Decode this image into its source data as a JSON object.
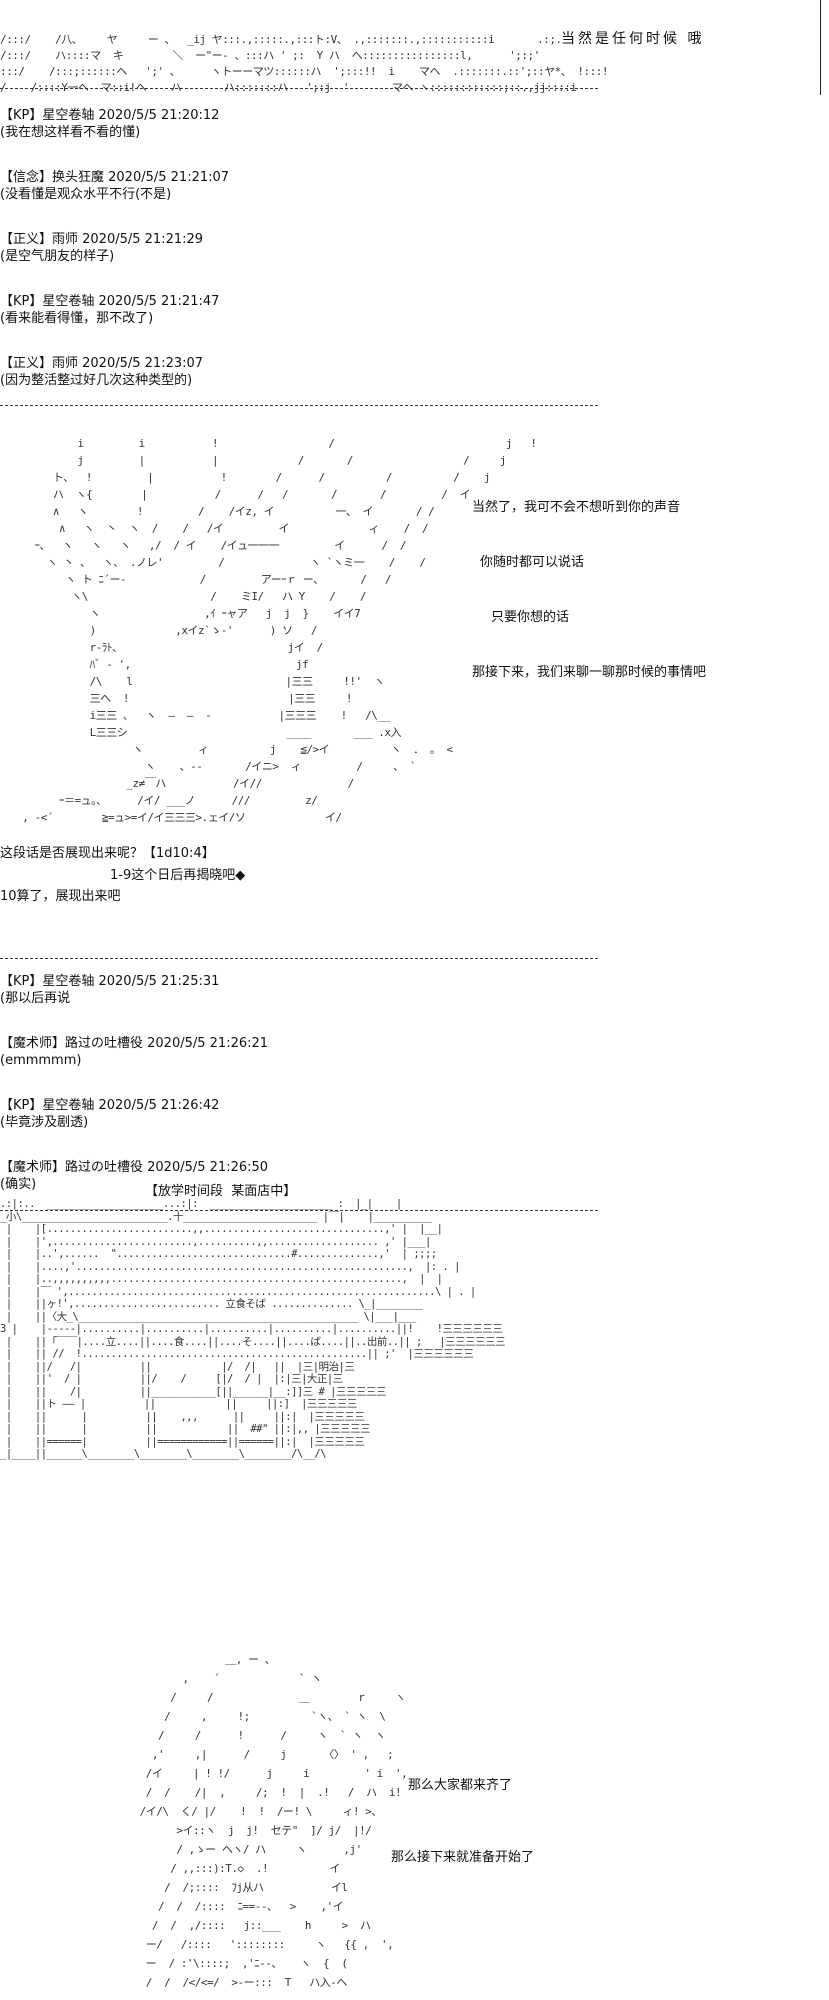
{
  "top_art": [
    "/:::/    /八、    ヤ     ー 、  _ij ヤ:::.,:::::.,:::ト:V、 .,:::::::.,:::::::::::i       .:;.",
    "/:::/    ハ::::マ  キ        ＼  ー\"ー‐ 、:::ハ ' ;:  Y ハ  へ::::::::::::::::l,      ';:;'",
    ":::/    /:::;::::::ヘ   ';' 、     ヽトーーマツ::::::ハ  ';:::!!  i    マヘ  .:::::::.::';::ヤ*、 !:::!",
    "/    /::::Y一ヘ  マ::i!ヘ    ハ       ハ:::::::ハ   ';:j  '       マヘ ヽ::::::::::::;::.,jj::::i"
  ],
  "top_dialog": "当然是任何时候 哦",
  "chat_log_1": [
    {
      "header": "【KP】星空卷轴 2020/5/5 21:20:12",
      "body": "(我在想这样看不看的懂)"
    },
    {
      "header": "【信念】换头狂魔 2020/5/5 21:21:07",
      "body": "(没看懂是观众水平不行(不是)"
    },
    {
      "header": "【正义】雨师 2020/5/5 21:21:29",
      "body": "(是空气朋友的样子)"
    },
    {
      "header": "【KP】星空卷轴 2020/5/5 21:21:47",
      "body": "(看来能看得懂，那不改了)"
    },
    {
      "header": "【正义】雨师 2020/5/5 21:23:07",
      "body": "(因为整活整过好几次这种类型的)"
    }
  ],
  "scene_art": [
    "           i         i           !                  /                            j   !",
    "           j         |           |             /       /                  /     j",
    "       ト、  !         |           !        /      /          /          /    j",
    "       ハ  ヽ{        |           /      /   /       /       /         /  イ",
    "       ∧   ヽ        !         /    /イz, イ          一、 イ       / /",
    "        ∧   ヽ  丶  ヽ  /    /   /イ         イ             ィ    /  /",
    "    ｰ、  ヽ   ヽ   ヽ   ,/  / イ    /イュ一一一         イ      /  /",
    "      ヽ 丶 、  ヽ、 .ノレ'         /              ヽ `ヽミ一    /    /",
    "         ヽ ト ﾆ´ー-            /         アーｰｒ ー、      /   /",
    "          ヽ\\                    /    ミI/   ハ Y    /    /",
    "             ヽ                 ,ｲ ｰャア   j  j  }    イイ7",
    "             )             ,xイz`ゝ-'      ) ソ   /",
    "             r-ﾗﾄ、                           jイ  /",
    "             ﾊﾞ - ',                           jf",
    "             /\\    l                         |三三     !!'  ヽ",
    "             三ヘ  !                          |三三     !",
    "             i三三 、  ヽ  ―  ―  ‐           |三三三    !   /\\__",
    "             L三三シ                          ____       ___ .x入",
    "                    ヽ         ィ          j    ≦/>イ          ヽ  ． 。 <",
    "                      ヽ    、-‐       /イニ>  ィ         /     、 ` ",
    "                   _z≠￣ハ           /イ//              /",
    "        ｰ＝=ュ。、     /イ/ ___ノ      ///         z/",
    "  , -<´        ≧=ュ>=イ/イ三三三>.ェイ/ソ             イ/"
  ],
  "scene_dialog": [
    "当然了，我可不会不想听到你的声音",
    "你随时都可以说话",
    "只要你想的话",
    "那接下来，我们来聊一聊那时候的事情吧"
  ],
  "dice": {
    "line1": "这段话是否展现出来呢？【1d10:4】",
    "line2": "1-9这个日后再揭晓吧◆",
    "line3": "10算了，展现出来吧"
  },
  "chat_log_2": [
    {
      "header": "【KP】星空卷轴 2020/5/5 21:25:31",
      "body": "(那以后再说"
    },
    {
      "header": "【魔术师】路过の吐槽役 2020/5/5 21:26:21",
      "body": "(emmmmm)"
    },
    {
      "header": "【KP】星空卷轴 2020/5/5 21:26:42",
      "body": "(毕竟涉及剧透)"
    },
    {
      "header": "【魔术师】路过の吐槽役 2020/5/5 21:26:50",
      "body": "(确实)"
    }
  ],
  "shop_title": "【放学时间段  某面店中】",
  "shop_art": [
    ".:|:..  ____________________...:|:  _____________________ :  |_|    |",
    "_小\\_________________________.十_______________________ |￣|    |__________",
    " |    |[.........................,,...............................,' |  |__|",
    " |    |',........................,..........,,................... ,' |___|",
    " |    |..',......  \"..............................#..............,'  | ;;;;",
    " |    |....,'.........................................................,  |: . |",
    " |    |..,,,,,,,,,,..................................................,  |  |",
    " |    |￣ ',...............................................................\\ | . |",
    " |    ||ヶ!',......................... 立食そば .............. \\_|________",
    " |    ||〈大_\\________________________________________________ \\|___|___",
    "3 |    |-----|..........|..........|..........|..........|..........||!    !三三三三三三",
    " |    ||「￣￣|....立....||....食....||....そ....||....ば....||..出前..|| ;   |三三三三三三",
    " |    || //  !.................................................|| ;'  |三三三三三三",
    " |    ||/   /|          ||            |/  /|   ||  |三|明治|三",
    " |    ||'  / |          ||/    /     [|/  / |  |:|三|大正|三",
    " |    ||    /|          ||___________[||______|__:]]三 # |三三三三三",
    " |    ||ト ―― |          ||            ||     ||:]  |三三三三三",
    " |    ||      |          ||    ,,,      ||     ||:|  |三三三三三",
    " |    ||      |          ||            ||  ##\" ||:|,, |三三三三三",
    " |    ||======|          ||============||======||:|  |三三三三三",
    "_|____||______\\________\\________\\________\\________/\\__/\\"
  ],
  "chars_art": [
    "                           ＿, ー 、",
    "                    ,    ´             ` ヽ",
    "                  /     /              ＿        r     ヽ",
    "                 /     ,     !;          `ヽ、 ` ヽ  \\",
    "                /     /      !      /     ヽ  ` ヽ  ヽ",
    "               ,'     ,|      /     j      〈〉 ' ,   ;",
    "              /イ     | ! !/      j     i         ' i  ',",
    "              /  /    /|  ,     /;  !  |  .!   /  ハ  i!",
    "             /イ/\\  く/ |/    !  !  /ー! \\     ィ! >、",
    "                   >イ::ヽ  j  j!  セテ\"  ]/ j/  |!/",
    "                   / ,ゝー ヘヽ/ ハ     ヽ      ,j'",
    "                  / ,,:::):T.◇  .!          イ",
    "                 /  /;::::  ﾌj从ハ           イl",
    "                /  /  /::::  ﾆ==--、  >    ,'イ",
    "               /  /  ,/::::   j::___    h     >  ハ",
    "              ー/   /::::   '::::::::     ヽ   {{ ,  ',",
    "              ー  / :'\\::::;  ,'ﾆ‐-、   ヽ  {  (",
    "              /  /  /</<=/  >‐ー:::  T   ハ入-ヘ"
  ],
  "chars_dialog": [
    "那么大家都来齐了",
    "那么接下来就准备开始了"
  ]
}
